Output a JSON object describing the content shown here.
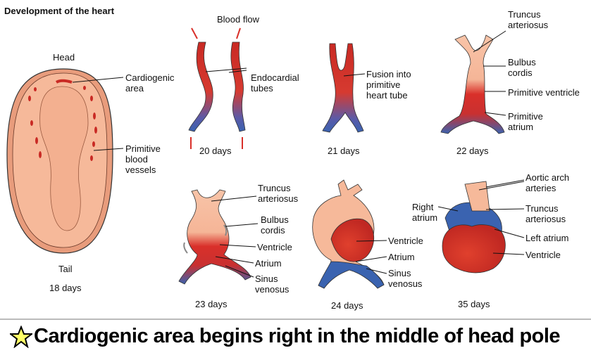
{
  "title": "Development of the heart",
  "embryo": {
    "head": "Head",
    "cardiogenic": "Cardiogenic\narea",
    "vessels": "Primitive\nblood\nvessels",
    "tail": "Tail",
    "age": "18 days"
  },
  "day20": {
    "blood_flow": "Blood flow",
    "tubes": "Endocardial\ntubes",
    "age": "20 days"
  },
  "day21": {
    "fusion": "Fusion into\nprimitive\nheart tube",
    "age": "21 days"
  },
  "day22": {
    "truncus": "Truncus\narteriosus",
    "bulbus": "Bulbus\ncordis",
    "ventricle": "Primitive ventricle",
    "atrium": "Primitive\natrium",
    "age": "22 days"
  },
  "day23": {
    "truncus": "Truncus\narteriosus",
    "bulbus": "Bulbus\ncordis",
    "ventricle": "Ventricle",
    "atrium": "Atrium",
    "sinus": "Sinus\nvenosus",
    "age": "23 days"
  },
  "day24": {
    "ventricle": "Ventricle",
    "atrium": "Atrium",
    "sinus": "Sinus\nvenosus",
    "age": "24 days"
  },
  "day35": {
    "aortic": "Aortic arch\narteries",
    "right_atrium": "Right\natrium",
    "truncus": "Truncus\narteriosus",
    "left_atrium": "Left atrium",
    "ventricle": "Ventricle",
    "age": "35 days"
  },
  "caption": "Cardiogenic area begins  right in the middle of head pole",
  "colors": {
    "artery": "#d9302a",
    "vein": "#3a63b0",
    "tissue": "#f6b99a",
    "star": "#ffff66"
  }
}
